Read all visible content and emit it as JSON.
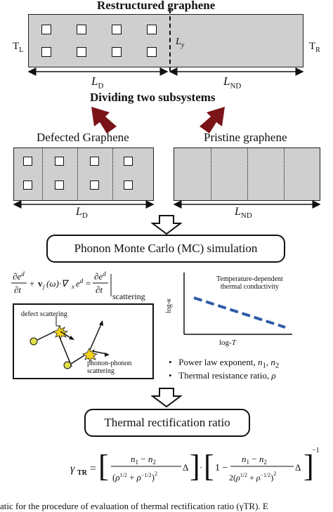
{
  "top": {
    "title": "Restructured graphene",
    "t_left": "TL",
    "t_right": "TR",
    "ly": "Ly",
    "ld": "LD",
    "lnd": "LND"
  },
  "split_title": "Dividing two subsystems",
  "defected": {
    "title": "Defected Graphene",
    "length": "LD"
  },
  "pristine": {
    "title": "Pristine graphene",
    "length": "LND"
  },
  "mc_box": "Phonon Monte Carlo (MC) simulation",
  "scatter_box": {
    "defect_label": "defect scattering",
    "phonon_label": "phonon-phonon scattering"
  },
  "plot": {
    "title": "Temperature-dependent thermal conductivity",
    "ylabel": "log-κ",
    "xlabel": "log-T"
  },
  "bullets": [
    "Power law exponent, n1, n2",
    "Thermal resistance ratio, ρ"
  ],
  "ratio_box": "Thermal rectification ratio",
  "equation_lhs": "γTR",
  "caption_fragment": "atic for the procedure of evaluation of thermal rectification ratio (γTR). E"
}
